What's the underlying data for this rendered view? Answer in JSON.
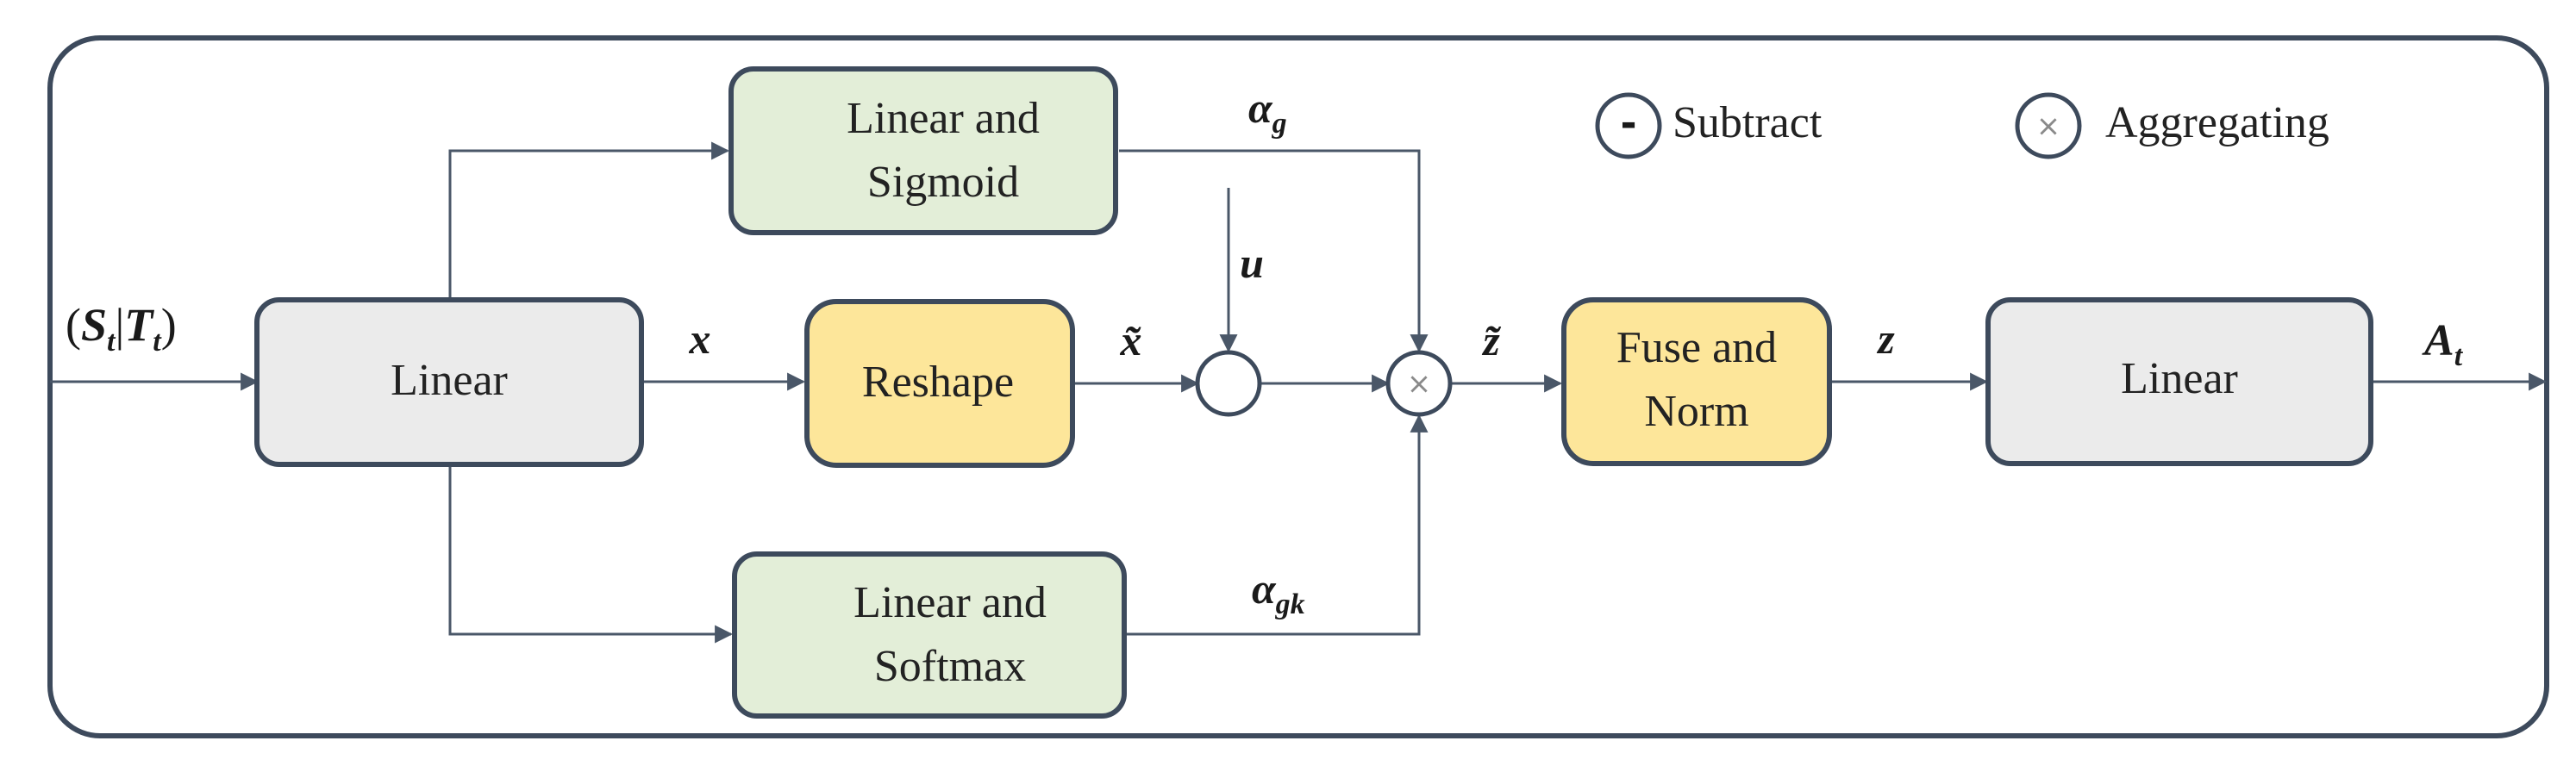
{
  "colors": {
    "gray_box": "#ebebeb",
    "green_box": "#e3eed8",
    "yellow_box": "#fde69a",
    "stroke": "#3d4a5c",
    "wire": "#4a5768"
  },
  "legend": {
    "subtract_symbol": "-",
    "subtract_label": "Subtract",
    "aggregating_symbol": "×",
    "aggregating_label": "Aggregating"
  },
  "boxes": {
    "linear_in": "Linear",
    "sigmoid": [
      "Linear and",
      "Sigmoid"
    ],
    "softmax": [
      "Linear and",
      "Softmax"
    ],
    "reshape": "Reshape",
    "fuse_norm": [
      "Fuse and",
      "Norm"
    ],
    "linear_out": "Linear"
  },
  "labels": {
    "input_main": "(S",
    "input_sub1": "t",
    "input_mid": "|T",
    "input_sub2": "t",
    "input_end": ")",
    "x": "x",
    "x_tilde": "x̃",
    "u": "u",
    "alpha": "α",
    "alpha_g_sub": "g",
    "alpha_gk_sub": "gk",
    "z_tilde": "z̃",
    "z": "z",
    "output_main": "A",
    "output_sub": "t"
  },
  "nodes": {
    "aggregate_symbol": "×"
  }
}
